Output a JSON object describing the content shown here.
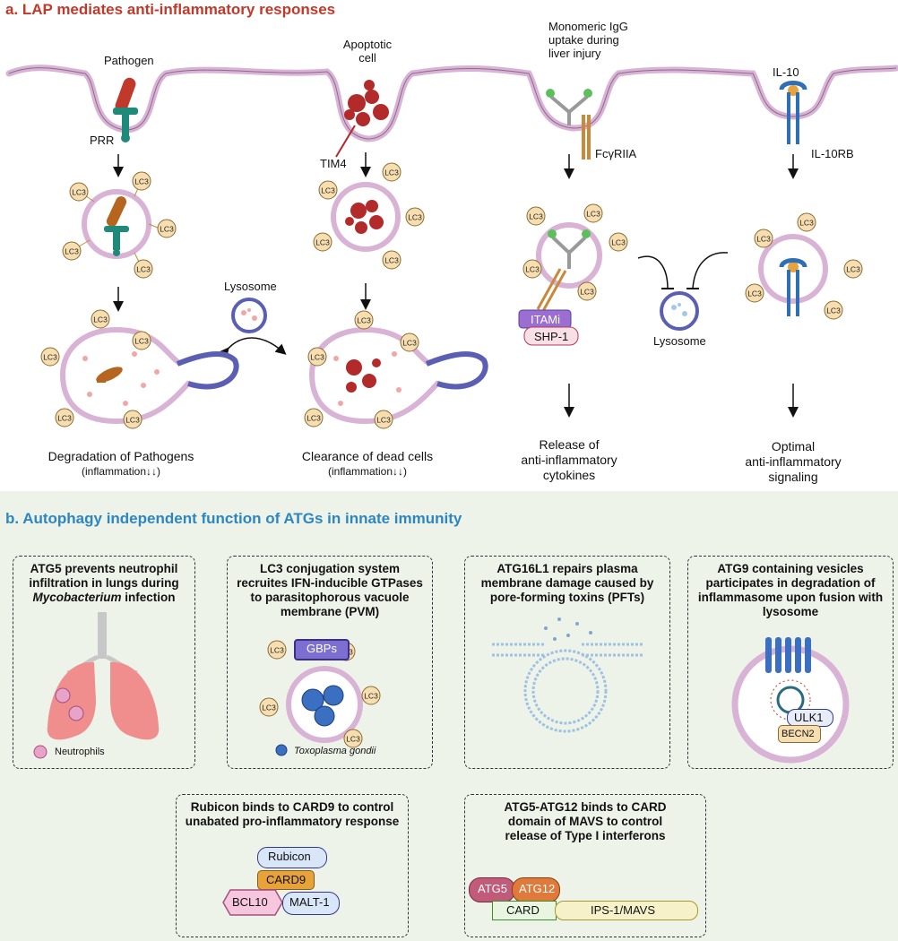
{
  "panel_a": {
    "title": "a. LAP mediates anti-inflammatory responses",
    "pathogen": "Pathogen",
    "prr": "PRR",
    "apoptotic_cell": [
      "Apoptotic",
      "cell"
    ],
    "tim4": "TIM4",
    "igg": [
      "Monomeric IgG",
      "uptake during",
      "liver injury"
    ],
    "fcgr": "FcγRIIA",
    "il10": "IL-10",
    "il10rb": "IL-10RB",
    "lysosome": "Lysosome",
    "lysosome2": "Lysosome",
    "lc3": "LC3",
    "itami": "ITAMi",
    "shp1": "SHP-1",
    "out1": "Degradation of Pathogens",
    "out1_sub": "(inflammation↓↓)",
    "out2": "Clearance of dead cells",
    "out2_sub": "(inflammation↓↓)",
    "out3": [
      "Release of",
      "anti-inflammatory",
      "cytokines"
    ],
    "out4": [
      "Optimal",
      "anti-inflammatory",
      "signaling"
    ]
  },
  "panel_b": {
    "title": "b. Autophagy independent function of ATGs in innate immunity",
    "box1": {
      "title_lines": [
        "ATG5 prevents neutrophil",
        "infiltration in lungs during"
      ],
      "title_italic": "Mycobacterium",
      "title_tail": " infection",
      "legend": "Neutrophils"
    },
    "box2": {
      "title_lines": [
        "LC3 conjugation system",
        "recruites IFN-inducible GTPases",
        "to parasitophorous vacuole",
        "membrane (PVM)"
      ],
      "gbps": "GBPs",
      "legend": "Toxoplasma gondii"
    },
    "box3": {
      "title_lines": [
        "ATG16L1 repairs plasma",
        "membrane damage caused by",
        "pore-forming toxins (PFTs)"
      ]
    },
    "box4": {
      "title_lines": [
        "ATG9 containing vesicles",
        "participates in degradation of",
        "inflammasome upon fusion with",
        "lysosome"
      ],
      "ulk1": "ULK1",
      "becn2": "BECN2"
    },
    "box5": {
      "title_lines": [
        "Rubicon binds to CARD9 to control",
        "unabated pro-inflammatory response"
      ],
      "rubicon": "Rubicon",
      "card9": "CARD9",
      "bcl10": "BCL10",
      "malt1": "MALT-1"
    },
    "box6": {
      "title_lines": [
        "ATG5-ATG12 binds to CARD",
        "domain of MAVS to control",
        "release of Type I interferons"
      ],
      "atg5": "ATG5",
      "atg12": "ATG12",
      "card": "CARD",
      "mavs": "IPS-1/MAVS"
    }
  },
  "colors": {
    "title_a": "#c0392b",
    "title_b": "#2e86c1",
    "membrane": "#d9b3d6",
    "lc3_fill": "#f7deb0",
    "lysosome": "#5b5fb3",
    "panel_b_bg": "#eef3ea"
  }
}
